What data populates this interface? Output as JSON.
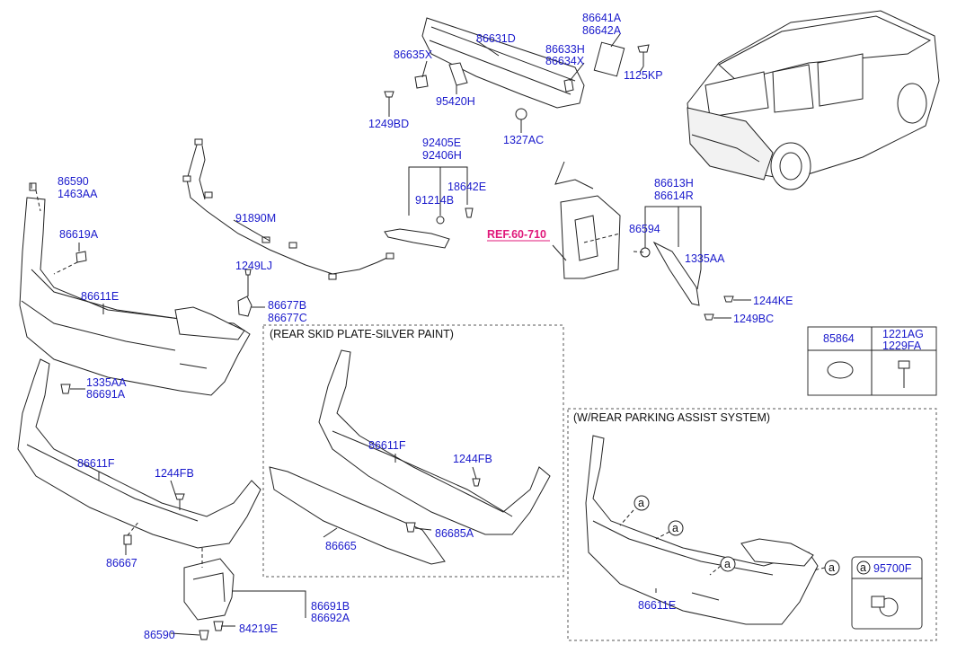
{
  "labels": {
    "p86631D": "86631D",
    "p86641A": "86641A",
    "p86642A": "86642A",
    "p86635X": "86635X",
    "p86633H": "86633H",
    "p86634X": "86634X",
    "p1125KP": "1125KP",
    "p95420H": "95420H",
    "p1249BD": "1249BD",
    "p1327AC": "1327AC",
    "p92405E": "92405E",
    "p92406H": "92406H",
    "p18642E": "18642E",
    "p91214B": "91214B",
    "p86590a": "86590",
    "p1463AA": "1463AA",
    "p91890M": "91890M",
    "p86619A": "86619A",
    "p1249LJ": "1249LJ",
    "p86677B": "86677B",
    "p86677C": "86677C",
    "p86611E_a": "86611E",
    "p86613H": "86613H",
    "p86614R": "86614R",
    "p86594": "86594",
    "p1335AA_a": "1335AA",
    "p1244KE": "1244KE",
    "p1249BC": "1249BC",
    "ref": "REF.60-710",
    "p85864": "85864",
    "p1221AG": "1221AG",
    "p1229FA": "1229FA",
    "p1335AA_b": "1335AA",
    "p86691A": "86691A",
    "p86611F_a": "86611F",
    "p1244FB_a": "1244FB",
    "p86667": "86667",
    "p86691B": "86691B",
    "p86692A": "86692A",
    "p86590b": "86590",
    "p84219E": "84219E",
    "skid_title": "(REAR SKID PLATE-SILVER PAINT)",
    "p86611F_b": "86611F",
    "p1244FB_b": "1244FB",
    "p86665": "86665",
    "p86685A": "86685A",
    "pas_title": "(W/REAR PARKING ASSIST SYSTEM)",
    "p86611E_b": "86611E",
    "p95700F": "95700F",
    "callout_a": "a"
  }
}
